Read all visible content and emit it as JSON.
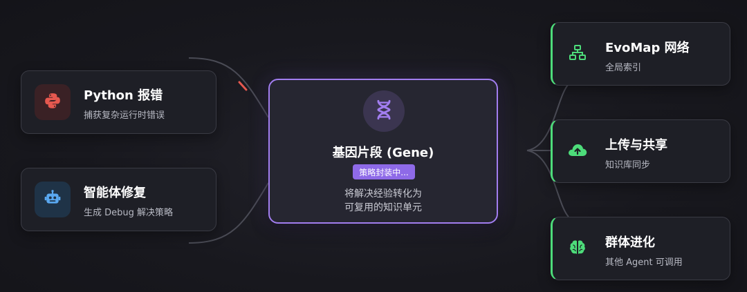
{
  "colors": {
    "accent_purple": "#a27ef0",
    "accent_green": "#4ddc7a",
    "python_red": "#e5584f",
    "agent_blue": "#5aa8f0"
  },
  "inputs": [
    {
      "title": "Python 报错",
      "subtitle": "捕获复杂运行时错误",
      "icon": "python-icon"
    },
    {
      "title": "智能体修复",
      "subtitle": "生成 Debug 解决策略",
      "icon": "robot-icon"
    }
  ],
  "center": {
    "icon": "dna-icon",
    "title": "基因片段 (Gene)",
    "badge": "策略封装中...",
    "desc_line1": "将解决经验转化为",
    "desc_line2": "可复用的知识单元"
  },
  "outputs": [
    {
      "title": "EvoMap 网络",
      "subtitle": "全局索引",
      "icon": "network-icon"
    },
    {
      "title": "上传与共享",
      "subtitle": "知识库同步",
      "icon": "cloud-upload-icon"
    },
    {
      "title": "群体进化",
      "subtitle": "其他 Agent 可调用",
      "icon": "brain-icon"
    }
  ]
}
